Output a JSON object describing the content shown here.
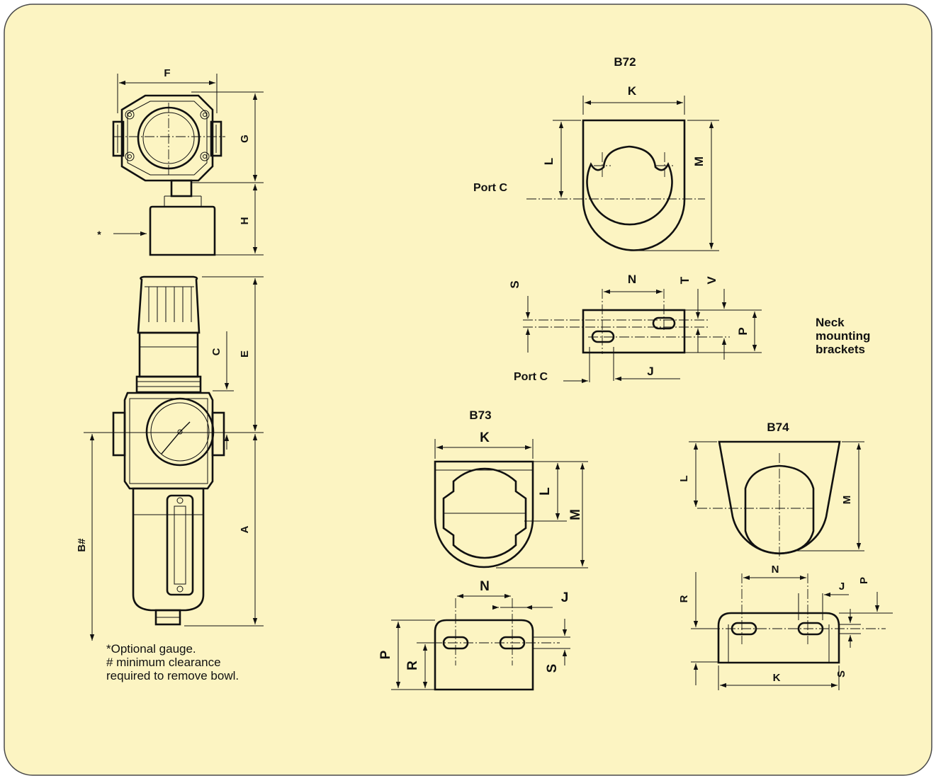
{
  "colors": {
    "panel": "#fcf4c2",
    "border": "#4a4a4a",
    "ink": "#111111"
  },
  "unit_view": {
    "labels": {
      "F": "F",
      "G": "G",
      "H": "H",
      "C": "C",
      "E": "E",
      "A": "A",
      "B": "B#",
      "star": "*"
    },
    "notes": [
      "*Optional gauge.",
      "# minimum clearance",
      "required to remove bowl."
    ]
  },
  "b72": {
    "title": "B72",
    "labels": {
      "K": "K",
      "L": "L",
      "M": "M",
      "N": "N",
      "S": "S",
      "T": "T",
      "V": "V",
      "P": "P",
      "J": "J"
    },
    "port_top": "Port C",
    "port_bottom": "Port C"
  },
  "side_note": [
    "Neck",
    "mounting",
    "brackets"
  ],
  "b73": {
    "title": "B73",
    "labels": {
      "K": "K",
      "L": "L",
      "M": "M",
      "N": "N",
      "J": "J",
      "P": "P",
      "R": "R",
      "S": "S"
    }
  },
  "b74": {
    "title": "B74",
    "labels": {
      "L": "L",
      "M": "M",
      "N": "N",
      "J": "J",
      "P": "P",
      "R": "R",
      "K": "K",
      "S": "S"
    }
  }
}
